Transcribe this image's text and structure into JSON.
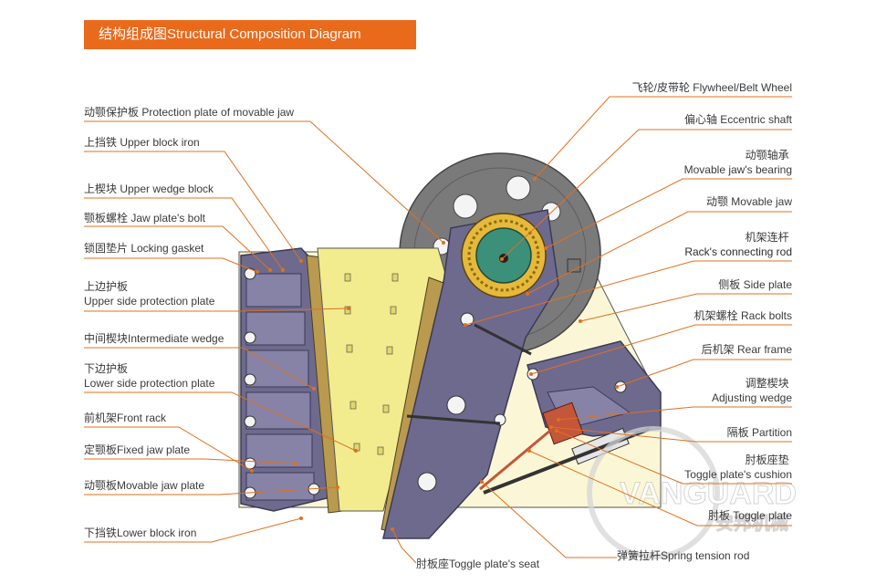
{
  "title": "结构组成图Structural Composition Diagram",
  "watermark": {
    "brand": "VANGUARD",
    "chinese": "安邦机械"
  },
  "colors": {
    "accent": "#ea6a1c",
    "frame": "#6e6a8e",
    "jaw_plate": "#f2ec8e",
    "side_plate": "#fbf7d6",
    "flywheel": "#777777",
    "bearing_ring": "#e7b93a",
    "shaft": "#3c8f78"
  },
  "left_labels": [
    {
      "id": "protection-plate",
      "lines": [
        "动颚保护板 Protection plate of movable jaw"
      ]
    },
    {
      "id": "upper-block-iron",
      "lines": [
        "上挡铁 Upper block iron"
      ]
    },
    {
      "id": "upper-wedge-block",
      "lines": [
        "上楔块 Upper wedge block"
      ]
    },
    {
      "id": "jaw-plate-bolt",
      "lines": [
        "颚板螺栓 Jaw plate's bolt"
      ]
    },
    {
      "id": "locking-gasket",
      "lines": [
        "锁固垫片 Locking gasket"
      ]
    },
    {
      "id": "upper-side-protection",
      "lines": [
        "上边护板",
        "Upper side protection plate"
      ]
    },
    {
      "id": "intermediate-wedge",
      "lines": [
        "中间楔块Intermediate wedge"
      ]
    },
    {
      "id": "lower-side-protection",
      "lines": [
        "下边护板",
        "Lower side protection plate"
      ]
    },
    {
      "id": "front-rack",
      "lines": [
        "前机架Front rack"
      ]
    },
    {
      "id": "fixed-jaw-plate",
      "lines": [
        "定颚板Fixed jaw plate"
      ]
    },
    {
      "id": "movable-jaw-plate",
      "lines": [
        "动颚板Movable jaw plate"
      ]
    },
    {
      "id": "lower-block-iron",
      "lines": [
        "下挡铁Lower block iron"
      ]
    }
  ],
  "right_labels": [
    {
      "id": "flywheel",
      "lines": [
        "飞轮/皮带轮 Flywheel/Belt Wheel"
      ]
    },
    {
      "id": "eccentric-shaft",
      "lines": [
        "偏心轴 Eccentric shaft"
      ]
    },
    {
      "id": "movable-jaw-bearing",
      "lines": [
        "动颚轴承",
        "Movable jaw's bearing"
      ]
    },
    {
      "id": "movable-jaw",
      "lines": [
        "动颚 Movable jaw"
      ]
    },
    {
      "id": "rack-connecting-rod",
      "lines": [
        "机架连杆",
        "Rack's connecting rod"
      ]
    },
    {
      "id": "side-plate",
      "lines": [
        "侧板 Side plate"
      ]
    },
    {
      "id": "rack-bolts",
      "lines": [
        "机架螺栓 Rack bolts"
      ]
    },
    {
      "id": "rear-frame",
      "lines": [
        "后机架 Rear frame"
      ]
    },
    {
      "id": "adjusting-wedge",
      "lines": [
        "调整楔块",
        "Adjusting wedge"
      ]
    },
    {
      "id": "partition",
      "lines": [
        "隔板 Partition"
      ]
    },
    {
      "id": "toggle-plate-cushion",
      "lines": [
        "肘板座垫",
        "Toggle plate's cushion"
      ]
    },
    {
      "id": "toggle-plate",
      "lines": [
        "肘板 Toggle plate"
      ]
    },
    {
      "id": "spring-tension-rod",
      "lines": [
        "弹簧拉杆Spring tension rod"
      ]
    }
  ],
  "bottom_labels": [
    {
      "id": "toggle-plate-seat",
      "lines": [
        "肘板座Toggle plate's seat"
      ]
    }
  ]
}
